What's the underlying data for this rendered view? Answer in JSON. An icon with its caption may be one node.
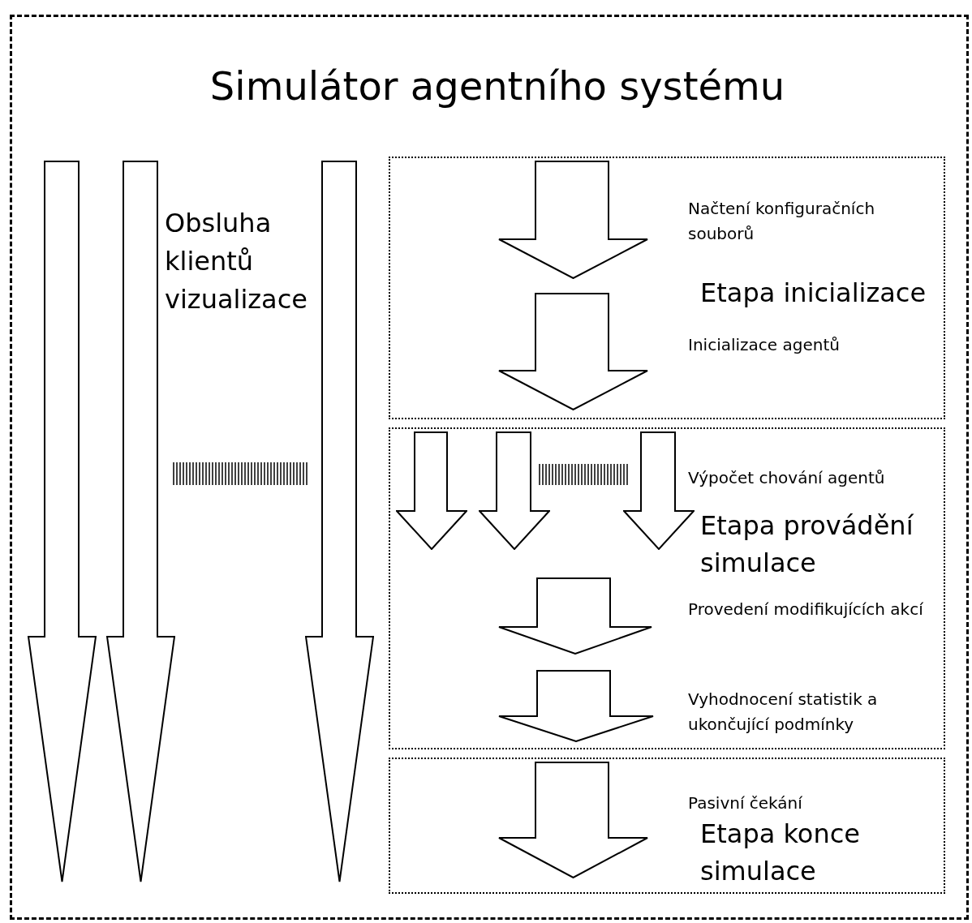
{
  "diagram": {
    "nodes": [
      {
        "text": [
          "Simulátor agentního systému"
        ]
      },
      {
        "text": [
          "Načtení konfiguračních souborů",
          "Etapa inicializace",
          "Inicializace agentů"
        ],
        "in": 0
      },
      {
        "text": [
          "Výpočet chování agentů",
          "Etapa provádění simulace",
          "Provedení modifikujících akcí",
          "Vyhodnocení statistik a ukončující podmínky"
        ],
        "in": 0
      },
      {
        "text": [
          "Pasivní čekání",
          "Etapa konce simulace"
        ],
        "in": 0
      }
    ],
    "labels": [
      "Obsluha klientů vizualizace"
    ]
  }
}
